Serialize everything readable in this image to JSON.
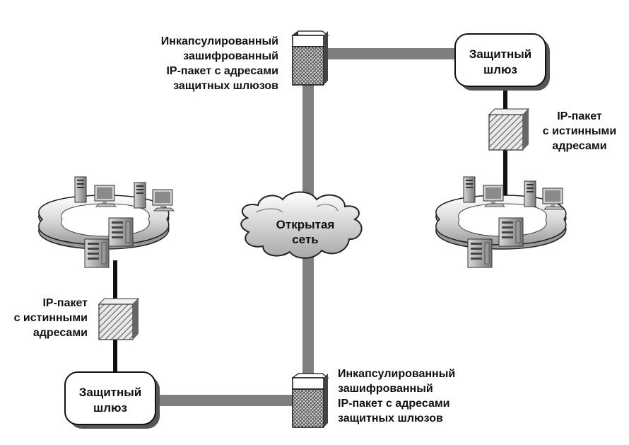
{
  "gateway_top": {
    "line1": "Защитный",
    "line2": "шлюз"
  },
  "gateway_bottom": {
    "line1": "Защитный",
    "line2": "шлюз"
  },
  "cloud": {
    "line1": "Открытая",
    "line2": "сеть"
  },
  "encapsulated_top": {
    "line1": "Инкапсулированный",
    "line2": "зашифрованный",
    "line3": "IP-пакет с адресами",
    "line4": "защитных шлюзов"
  },
  "encapsulated_bottom": {
    "line1": "Инкапсулированный",
    "line2": "зашифрованный",
    "line3": "IP-пакет с адресами",
    "line4": "защитных шлюзов"
  },
  "packet_right": {
    "line1": "IP-пакет",
    "line2": "с истинными",
    "line3": "адресами"
  },
  "packet_left": {
    "line1": "IP-пакет",
    "line2": "с истинными",
    "line3": "адресами"
  },
  "colors": {
    "link_gray": "#7f7f7f",
    "link_black": "#111111",
    "box_border": "#111111",
    "shadow": "#555555"
  }
}
